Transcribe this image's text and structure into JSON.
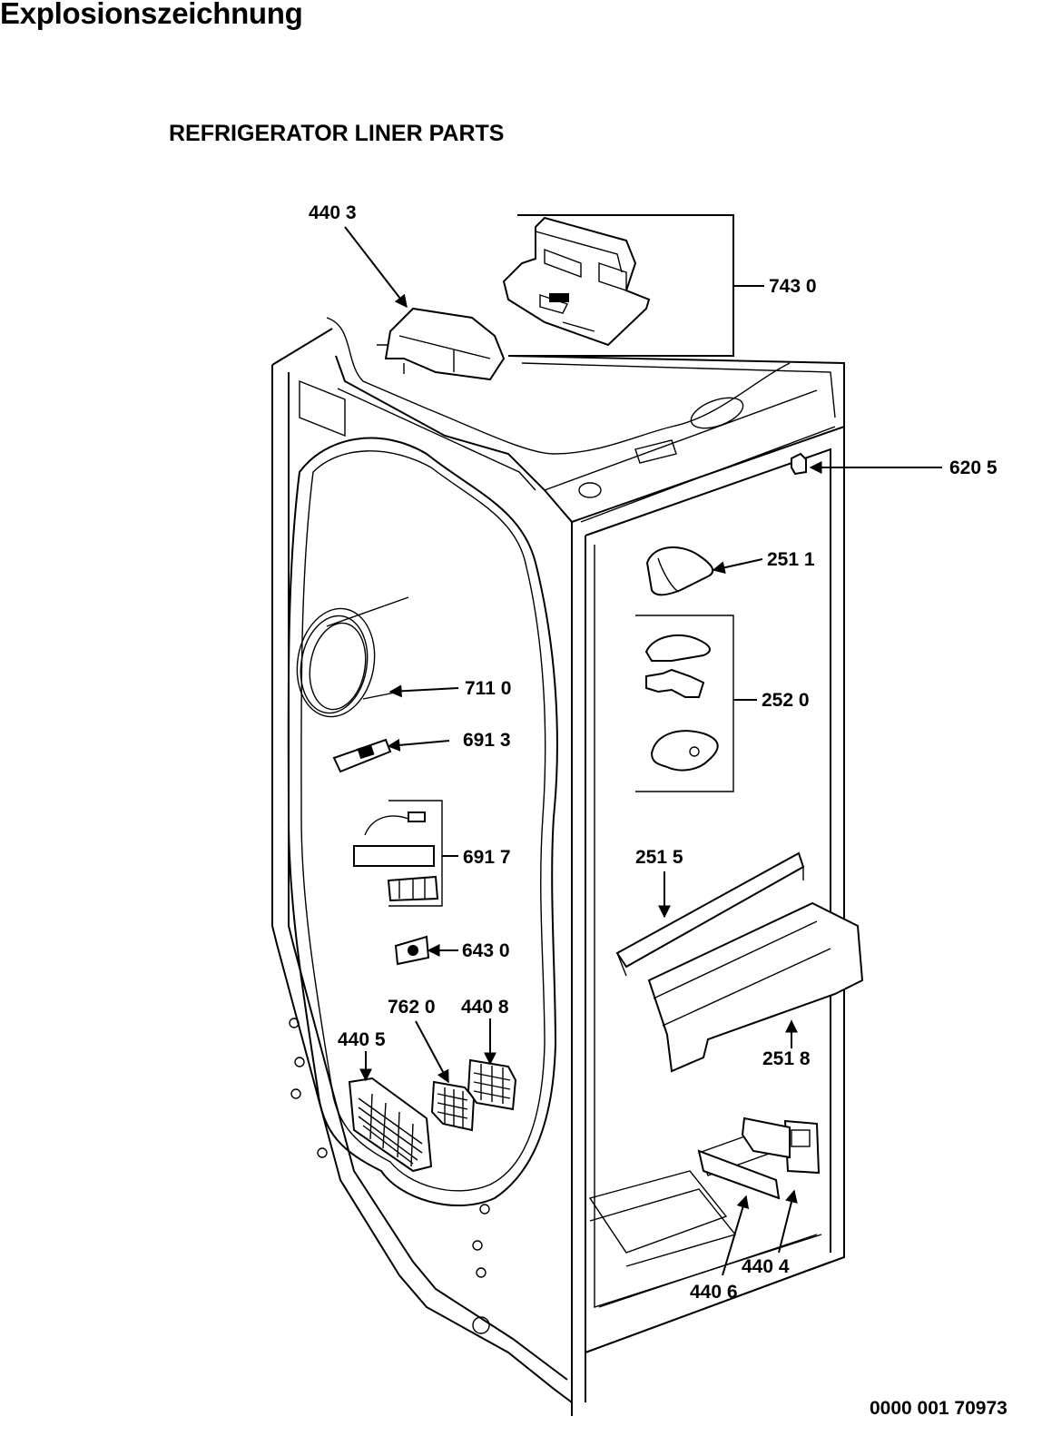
{
  "header": {
    "title": "Explosionszeichnung",
    "subtitle": "REFRIGERATOR LINER PARTS"
  },
  "callouts": {
    "c4403": "440 3",
    "c7430": "743 0",
    "c6205": "620 5",
    "c2511": "251 1",
    "c7110": "711 0",
    "c2520": "252 0",
    "c6913": "691 3",
    "c6917": "691 7",
    "c2515": "251 5",
    "c6430": "643 0",
    "c7620": "762 0",
    "c4408": "440 8",
    "c4405": "440 5",
    "c2518": "251 8",
    "c4404": "440 4",
    "c4406": "440 6"
  },
  "footer": {
    "doc_number": "0000 001 70973"
  }
}
